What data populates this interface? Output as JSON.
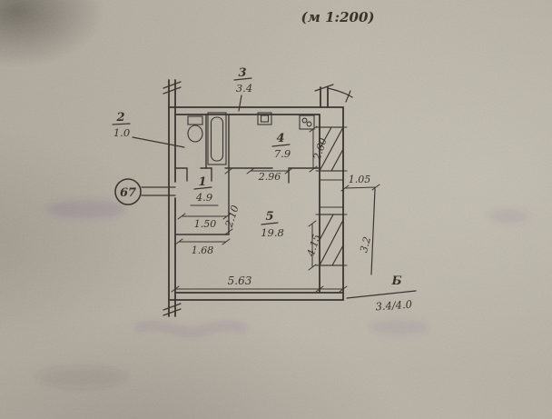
{
  "scale_note": "(м 1:200)",
  "apartment_badge": "67",
  "rooms": {
    "r1": {
      "num": "1",
      "area": "4.9"
    },
    "r2": {
      "num": "2",
      "area": "1.0"
    },
    "r3": {
      "num": "3",
      "area": "3.4"
    },
    "r4": {
      "num": "4",
      "area": "7.9"
    },
    "r5": {
      "num": "5",
      "area": "19.8"
    }
  },
  "dims": {
    "kitchen_width": "2.96",
    "window_upper": "2.60",
    "offset_right": "1.05",
    "hall_length": "2.10",
    "closet_a": "1.50",
    "closet_b": "1.68",
    "window_lower": "4.15",
    "balcony_depth": "3.2",
    "overall_width": "5.63"
  },
  "section": {
    "letter": "Б",
    "ratio": "3.4/4.0"
  }
}
